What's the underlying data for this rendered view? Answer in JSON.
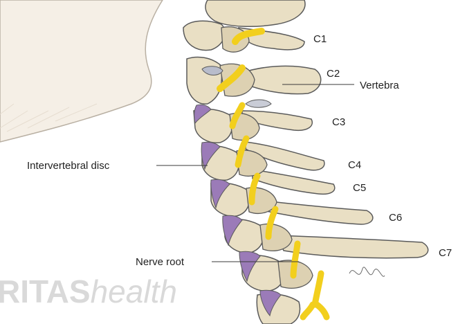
{
  "labels": {
    "c1": "C1",
    "c2": "C2",
    "c3": "C3",
    "c4": "C4",
    "c5": "C5",
    "c6": "C6",
    "c7": "C7",
    "vertebra": "Vertebra",
    "disc": "Intervertebral disc",
    "nerve_root": "Nerve root"
  },
  "watermark": {
    "brand_bold": "RITAS",
    "brand_italic": "health"
  },
  "colors": {
    "bone": "#e9dfc4",
    "bone_shadow": "#cfc2a0",
    "outline": "#5a5a5a",
    "disc": "#9b7bb8",
    "nerve": "#f2cf1d",
    "skin": "#f5efe6",
    "watermark": "#d9d9d9"
  }
}
